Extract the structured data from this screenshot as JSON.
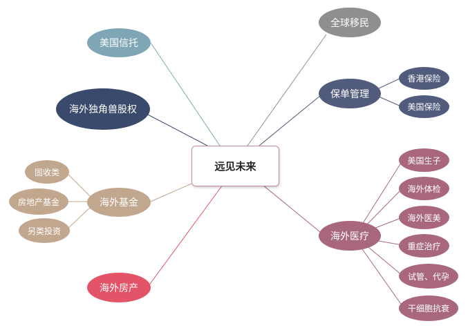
{
  "center": {
    "label": "远见未来"
  },
  "colors": {
    "teal": "#7ea6b5",
    "navy": "#394a6d",
    "slate": "#515b7b",
    "grey": "#8f8f8f",
    "tan": "#c1a78d",
    "red": "#e45468",
    "rose": "#a9677f",
    "center_border": "#c98a94"
  },
  "left": {
    "trust": "美国信托",
    "unicorn": "海外独角兽股权",
    "fund": {
      "label": "海外基金",
      "children": [
        "固收类",
        "房地产基金",
        "另类投资"
      ]
    },
    "property": "海外房产"
  },
  "right": {
    "migration": "全球移民",
    "policy": {
      "label": "保单管理",
      "children": [
        "香港保险",
        "美国保险"
      ]
    },
    "medical": {
      "label": "海外医疗",
      "children": [
        "美国生子",
        "海外体检",
        "海外医美",
        "重症治疗",
        "试管、代孕",
        "干细胞抗衰"
      ]
    }
  }
}
